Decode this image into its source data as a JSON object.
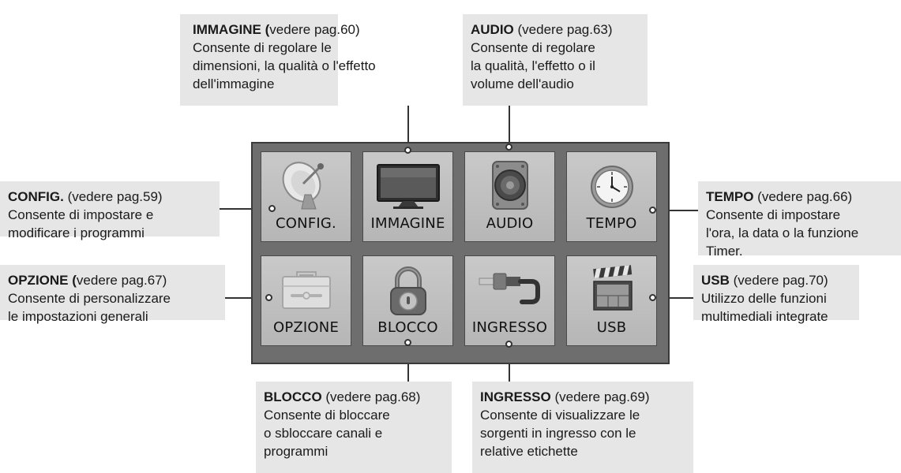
{
  "callouts": {
    "immagine": {
      "title": "IMMAGINE (",
      "ref": "vedere pag.60)",
      "lines": [
        "Consente di regolare le",
        "dimensioni, la qualità o l'effetto",
        "dell'immagine"
      ]
    },
    "audio": {
      "title": "AUDIO",
      "ref": " (vedere pag.63)",
      "lines": [
        "Consente di regolare",
        "la qualità, l'effetto o il",
        "volume dell'audio"
      ]
    },
    "config": {
      "title": "CONFIG.",
      "ref": " (vedere pag.59)",
      "lines": [
        "Consente di impostare e",
        "modificare i programmi"
      ]
    },
    "tempo": {
      "title": "TEMPO",
      "ref": " (vedere pag.66)",
      "lines": [
        "Consente di impostare",
        "l'ora, la data o la funzione",
        "Timer."
      ]
    },
    "opzione": {
      "title": "OPZIONE (",
      "ref": "vedere pag.67)",
      "lines": [
        "Consente di personalizzare",
        "le impostazioni generali"
      ]
    },
    "usb": {
      "title": "USB",
      "ref": " (vedere pag.70)",
      "lines": [
        "Utilizzo delle funzioni",
        "multimediali integrate"
      ]
    },
    "blocco": {
      "title": "BLOCCO",
      "ref": " (vedere pag.68)",
      "lines": [
        "Consente di bloccare",
        "o sbloccare canali e",
        "programmi"
      ]
    },
    "ingresso": {
      "title": "INGRESSO",
      "ref": " (vedere pag.69)",
      "lines": [
        "Consente di visualizzare le",
        "sorgenti in ingresso con le",
        "relative etichette"
      ]
    }
  },
  "menu": {
    "tiles": [
      {
        "label": "CONFIG.",
        "icon": "satellite-dish-icon"
      },
      {
        "label": "IMMAGINE",
        "icon": "tv-monitor-icon"
      },
      {
        "label": "AUDIO",
        "icon": "speaker-icon"
      },
      {
        "label": "TEMPO",
        "icon": "clock-icon"
      },
      {
        "label": "OPZIONE",
        "icon": "toolbox-icon"
      },
      {
        "label": "BLOCCO",
        "icon": "padlock-icon"
      },
      {
        "label": "INGRESSO",
        "icon": "cable-plug-icon"
      },
      {
        "label": "USB",
        "icon": "clapperboard-icon"
      }
    ]
  },
  "colors": {
    "callout_bg": "#e6e6e6",
    "panel_bg": "#6e6e6e",
    "tile_bg": "#c3c3c3"
  }
}
